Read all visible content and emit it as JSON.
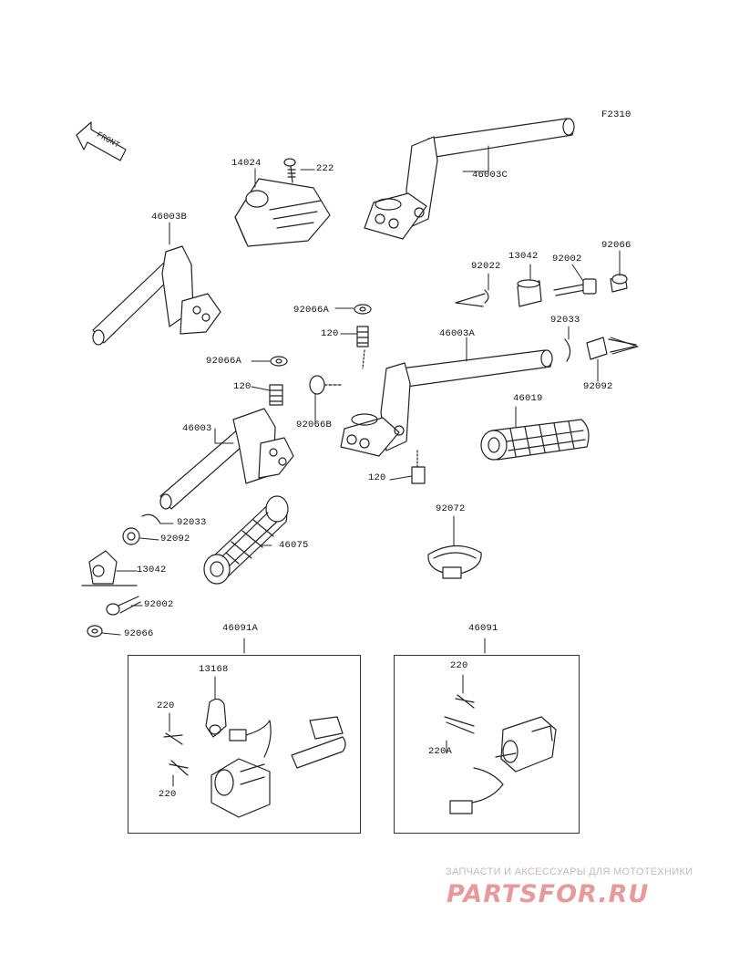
{
  "figure_code": "F2310",
  "front_label": "FRONT",
  "parts": {
    "p46003C": "46003C",
    "p14024": "14024",
    "p222": "222",
    "p46003B": "46003B",
    "p92022": "92022",
    "p13042_top": "13042",
    "p92002_top": "92002",
    "p92066_top": "92066",
    "p92066A_mid": "92066A",
    "p120_mid": "120",
    "p46003A": "46003A",
    "p92033_right": "92033",
    "p92092_right": "92092",
    "p92066A_left": "92066A",
    "p120_left": "120",
    "p92066B": "92066B",
    "p46019": "46019",
    "p46003": "46003",
    "p120_bottom": "120",
    "p92072": "92072",
    "p92033_left": "92033",
    "p92092_left": "92092",
    "p46075": "46075",
    "p13042_left": "13042",
    "p92002_left": "92002",
    "p92066_left": "92066",
    "p46091A": "46091A",
    "p46091": "46091",
    "p13168": "13168",
    "p220_a": "220",
    "p220_b": "220",
    "p220_c": "220",
    "p220A": "220A"
  },
  "watermark": {
    "subtitle": "ЗАПЧАСТИ И АКСЕССУАРЫ ДЛЯ МОТОТЕХНИКИ",
    "logo": "PARTSFOR.RU"
  }
}
